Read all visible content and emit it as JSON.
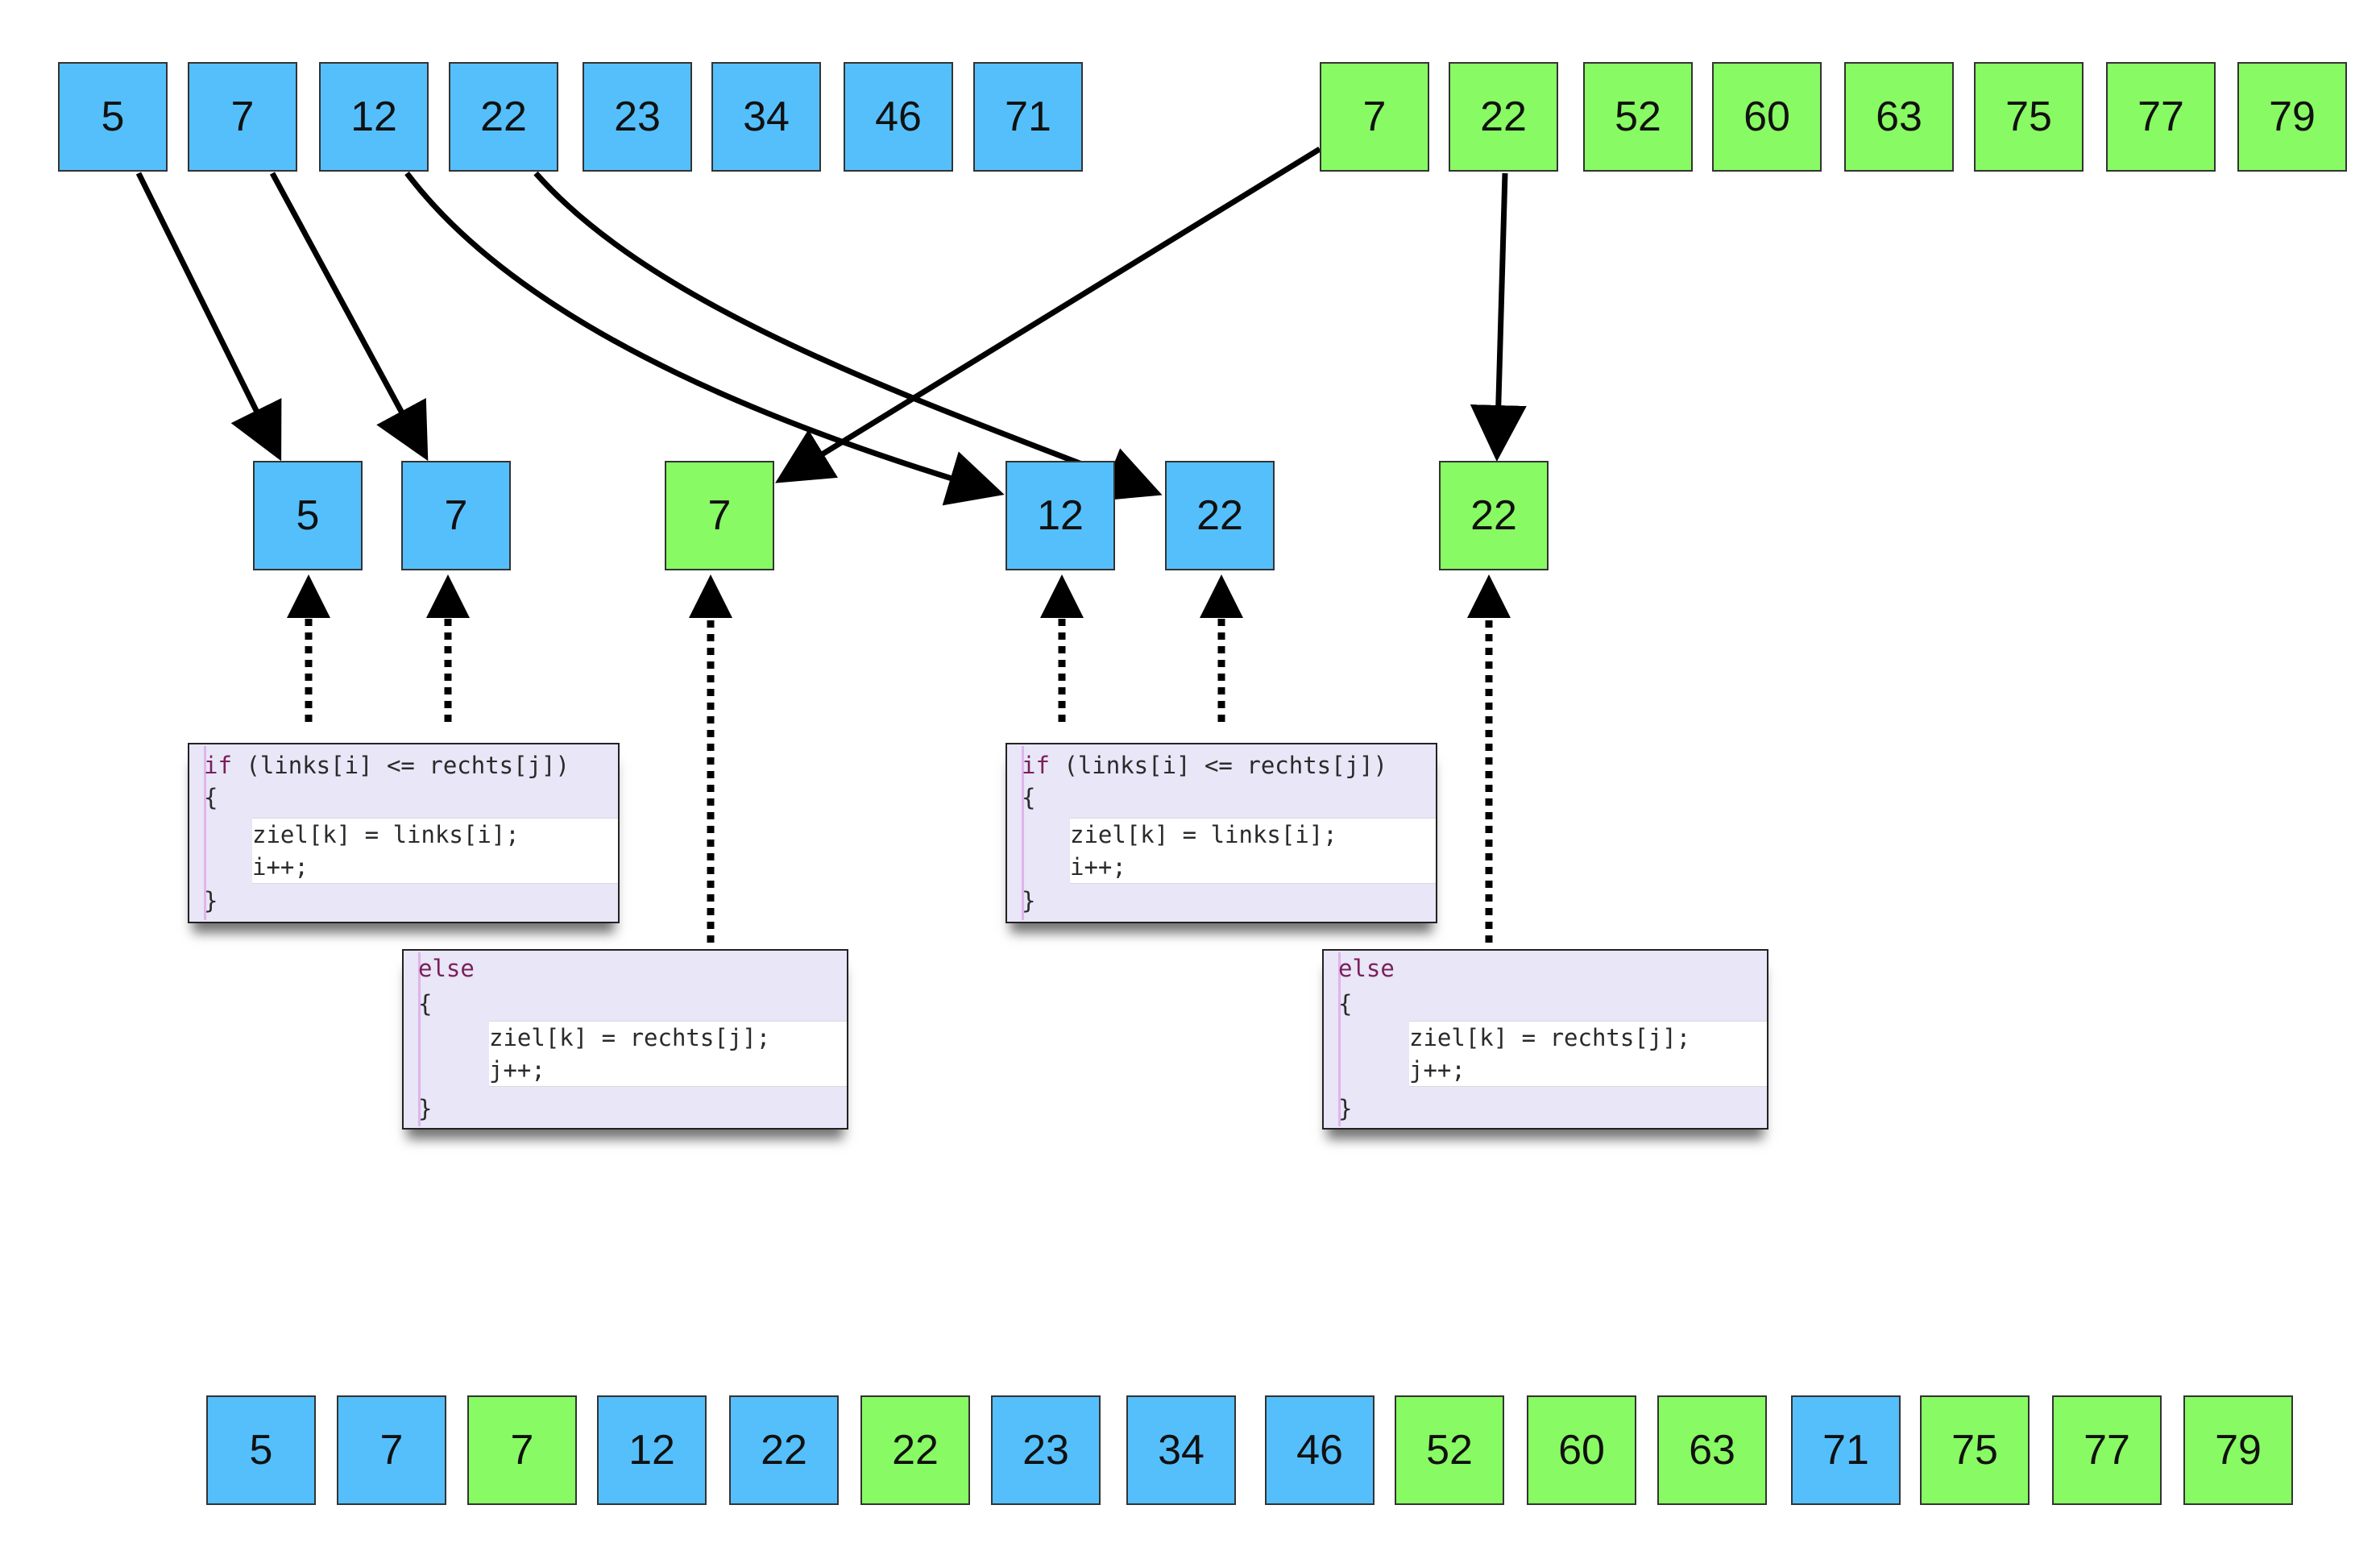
{
  "left_array": {
    "values": [
      "5",
      "7",
      "12",
      "22",
      "23",
      "34",
      "46",
      "71"
    ],
    "color": "#55bffb"
  },
  "right_array": {
    "values": [
      "7",
      "22",
      "52",
      "60",
      "63",
      "75",
      "77",
      "79"
    ],
    "color": "#88fa63"
  },
  "middle_boxes": [
    {
      "value": "5",
      "color": "blue"
    },
    {
      "value": "7",
      "color": "blue"
    },
    {
      "value": "7",
      "color": "green"
    },
    {
      "value": "12",
      "color": "blue"
    },
    {
      "value": "22",
      "color": "blue"
    },
    {
      "value": "22",
      "color": "green"
    }
  ],
  "result_array": {
    "values": [
      "5",
      "7",
      "7",
      "12",
      "22",
      "22",
      "23",
      "34",
      "46",
      "52",
      "60",
      "63",
      "71",
      "75",
      "77",
      "79"
    ],
    "colors": [
      "blue",
      "blue",
      "green",
      "blue",
      "blue",
      "green",
      "blue",
      "blue",
      "blue",
      "green",
      "green",
      "green",
      "blue",
      "green",
      "green",
      "green"
    ]
  },
  "code_if": {
    "keyword": "if",
    "condition": " (links[i] <= rechts[j])",
    "open_brace": "{",
    "line1": "ziel[k] = links[i];",
    "line2": "i++;",
    "close_brace": "}"
  },
  "code_else": {
    "keyword": "else",
    "open_brace": "{",
    "line1": "ziel[k] = rechts[j];",
    "line2": "j++;",
    "close_brace": "}"
  },
  "colors": {
    "blue": "#55bffb",
    "green": "#88fa63",
    "code_bg": "#e8e6f7",
    "keyword": "#7a1f5c"
  }
}
